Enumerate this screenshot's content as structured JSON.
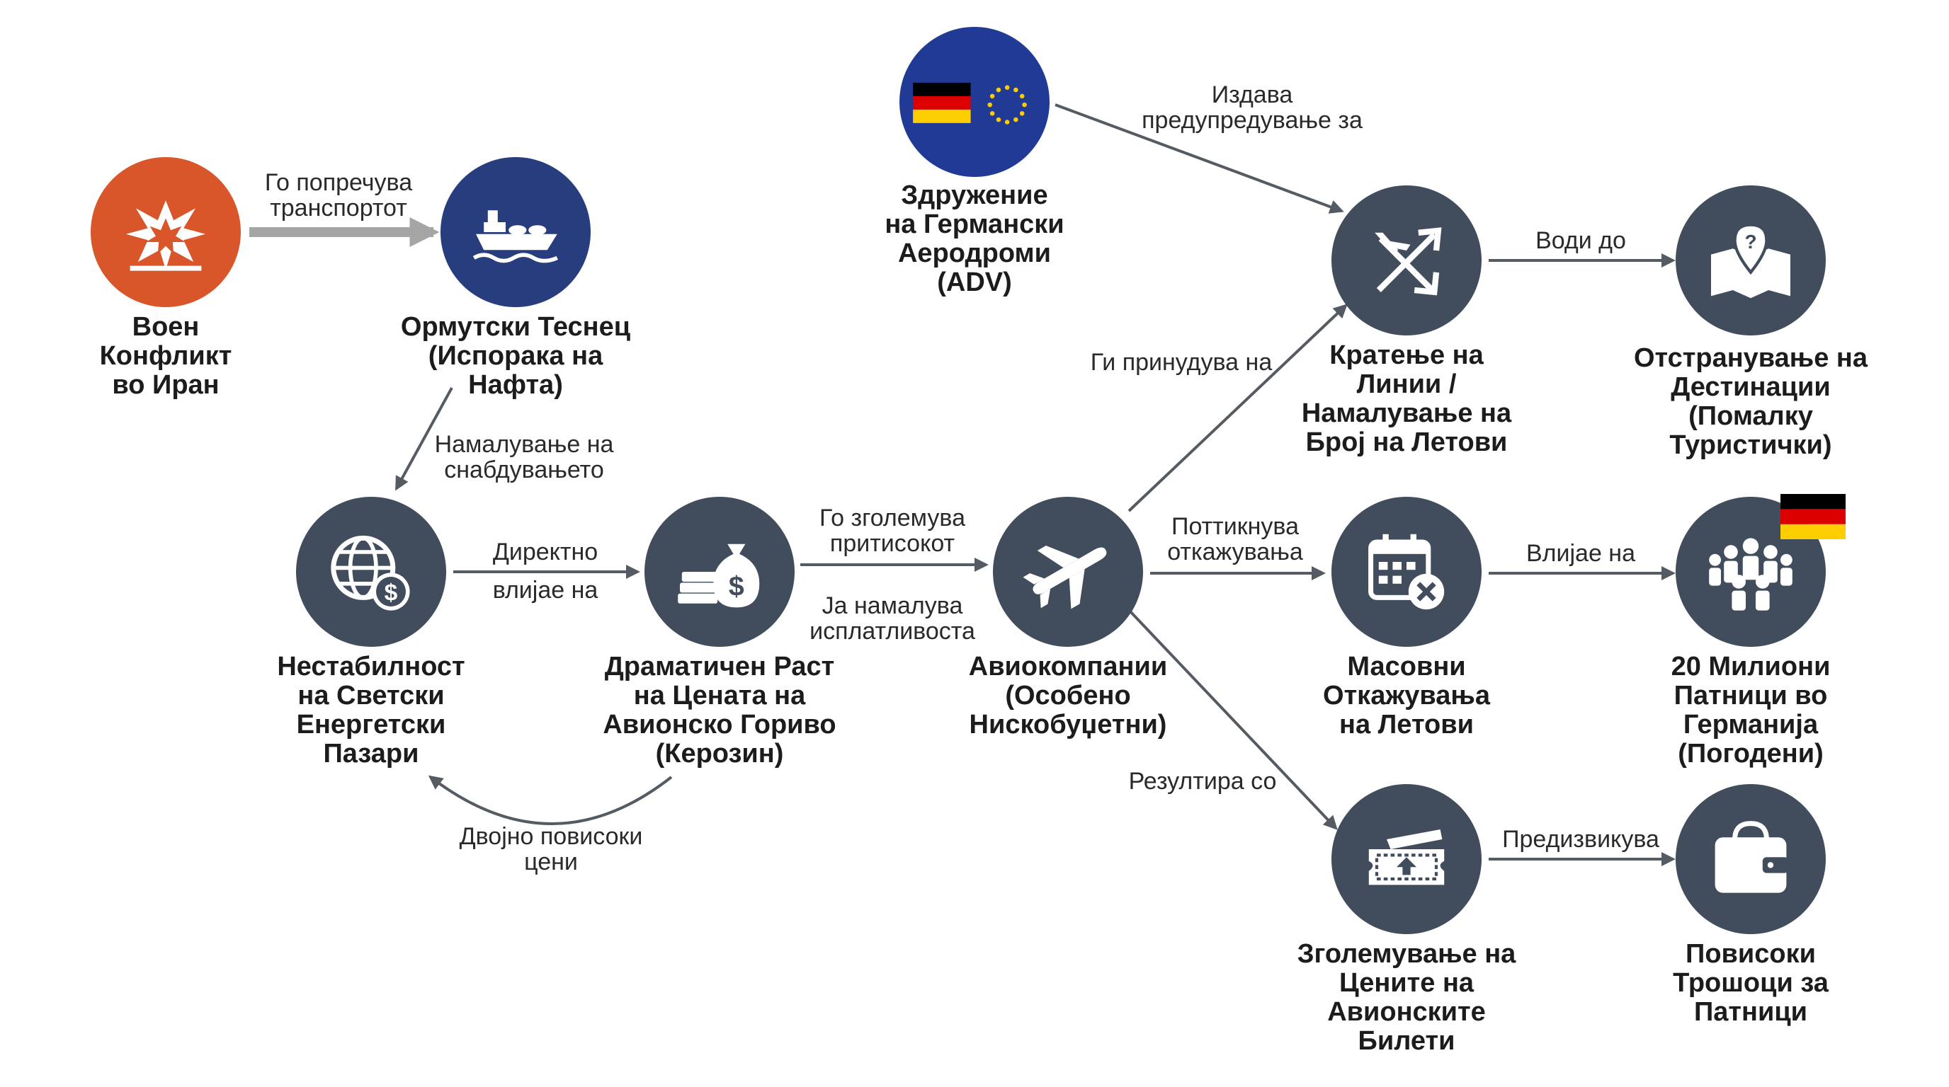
{
  "colors": {
    "node": "#414d5c",
    "conflict": "#d9562a",
    "ship": "#283d7e",
    "eu": "#213a95",
    "arrow": "#555b62",
    "arrow_light": "#a5a5a5"
  },
  "nodes": {
    "conflict": {
      "label": "Воен\nКонфликт\nво Иран",
      "icon": "explosion-icon"
    },
    "hormuz": {
      "label": "Ормутски Теснец\n(Испорака на\nНафта)",
      "icon": "tanker-ship-icon"
    },
    "adv": {
      "label": "Здружение\nна Германски\nАеродроми\n(ADV)",
      "icon": "germany-eu-flags-icon"
    },
    "markets": {
      "label": "Нестабилност\nна Светски\nЕнергетски\nПазари",
      "icon": "globe-dollar-icon"
    },
    "fuel": {
      "label": "Драматичен Раст\nна Цената на\nАвионско Гориво\n(Керозин)",
      "icon": "money-bag-icon"
    },
    "airlines": {
      "label": "Авиокомпании\n(Особено\nНискобуџетни)",
      "icon": "airplane-icon"
    },
    "routes": {
      "label": "Кратење на\nЛинии /\nНамалување на\nБрој на Летови",
      "icon": "route-cut-icon"
    },
    "destinations": {
      "label": "Отстранување на\nДестинации\n(Помалку\nТуристички)",
      "icon": "map-pin-icon"
    },
    "cancellations": {
      "label": "Масовни\nОткажувања\nна Летови",
      "icon": "calendar-cancel-icon"
    },
    "passengers": {
      "label": "20 Милиони\nПатници во\nГерманија\n(Погодени)",
      "icon": "people-group-icon"
    },
    "tickets": {
      "label": "Зголемување на\nЦените на\nАвионските\nБилети",
      "icon": "ticket-icon"
    },
    "costs": {
      "label": "Повисоки\nТрошоци за\nПатници",
      "icon": "wallet-icon"
    }
  },
  "edges": {
    "crosses": "Го попречува\nтранспортот",
    "supply": "Намалување на\nснабдувањето",
    "direct_top": "Директно",
    "direct_bottom": "влијае на",
    "pressure": "Го зголемува\nпритисокот",
    "profit": "Ја намалува\nисплатливоста",
    "double": "Двојно повисоки\nцени",
    "warning": "Издава\nпредупредување за",
    "forces": "Ги принудува на",
    "leads": "Води до",
    "triggers": "Поттикнува\nоткажувања",
    "affects": "Влијае на",
    "results": "Резултира со",
    "causes": "Предизвикува"
  }
}
